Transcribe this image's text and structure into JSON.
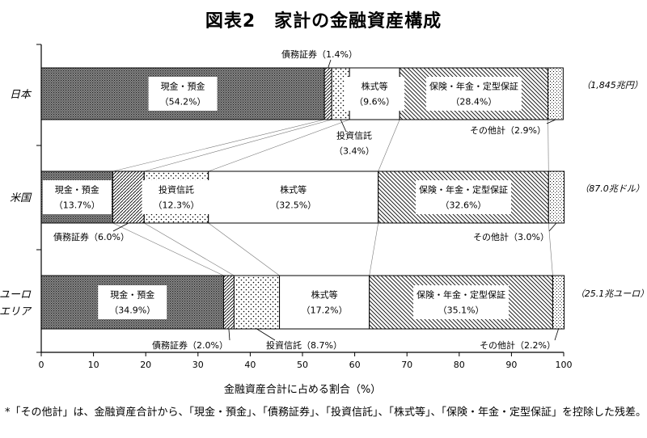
{
  "title": "図表2　家計の金融資産構成",
  "footnote": "*「その他計」は、金融資産合計から、「現金・預金」、「債務証券」、「投資信託」、「株式等」、「保険・年金・定型保証」を控除した残差。",
  "chart_data": {
    "type": "bar",
    "orientation": "horizontal",
    "stacked": true,
    "title": "図表2　家計の金融資産構成",
    "xlabel": "金融資産合計に占める割合（%）",
    "ylabel": "",
    "xlim": [
      0,
      100
    ],
    "xticks": [
      "0",
      "10",
      "20",
      "30",
      "40",
      "50",
      "60",
      "70",
      "80",
      "90",
      "100"
    ],
    "grid": false,
    "legend": "none",
    "categories": [
      "日本",
      "米国",
      "ユーロエリア"
    ],
    "category_labels": [
      [
        "日本"
      ],
      [
        "米国"
      ],
      [
        "ユーロ",
        "エリア"
      ]
    ],
    "totals": [
      "（1,845兆円）",
      "（87.0兆ドル）",
      "（25.1兆ユーロ）"
    ],
    "series": [
      {
        "name": "現金・預金",
        "values": [
          54.2,
          13.7,
          34.9
        ],
        "pattern": "dense-dots"
      },
      {
        "name": "債務証券",
        "values": [
          1.4,
          6.0,
          2.0
        ],
        "pattern": "diagonal"
      },
      {
        "name": "投資信託",
        "values": [
          3.4,
          12.3,
          8.7
        ],
        "pattern": "sparse-dots"
      },
      {
        "name": "株式等",
        "values": [
          9.6,
          32.5,
          17.2
        ],
        "pattern": "white"
      },
      {
        "name": "保険・年金・定型保証",
        "values": [
          28.4,
          32.6,
          35.1
        ],
        "pattern": "hatch"
      },
      {
        "name": "その他計",
        "values": [
          2.9,
          3.0,
          2.2
        ],
        "pattern": "grid-dots"
      }
    ],
    "value_labels": [
      [
        [
          "現金・預金",
          "（54.2%）"
        ],
        [
          "債務証券（1.4%）"
        ],
        [
          "投資信託",
          "（3.4%）"
        ],
        [
          "株式等",
          "（9.6%）"
        ],
        [
          "保険・年金・定型保証",
          "（28.4%）"
        ],
        [
          "その他計（2.9%）"
        ]
      ],
      [
        [
          "現金・預金",
          "（13.7%）"
        ],
        [
          "債務証券（6.0%）"
        ],
        [
          "投資信託",
          "（12.3%）"
        ],
        [
          "株式等",
          "（32.5%）"
        ],
        [
          "保険・年金・定型保証",
          "（32.6%）"
        ],
        [
          "その他計（3.0%）"
        ]
      ],
      [
        [
          "現金・預金",
          "（34.9%）"
        ],
        [
          "債務証券（2.0%）"
        ],
        [
          "投資信託（8.7%）"
        ],
        [
          "株式等",
          "（17.2%）"
        ],
        [
          "保険・年金・定型保証",
          "（35.1%）"
        ],
        [
          "その他計（2.2%）"
        ]
      ]
    ]
  }
}
